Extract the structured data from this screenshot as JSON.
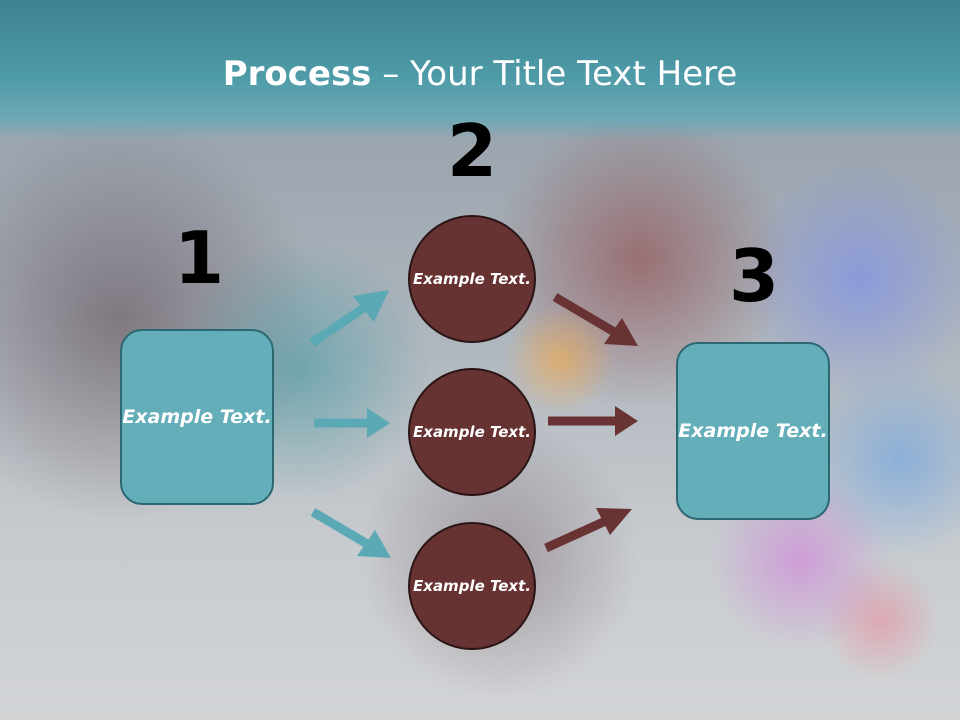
{
  "slide": {
    "title_bold": "Process",
    "title_rest": " – Your Title Text Here"
  },
  "steps": {
    "num1": "1",
    "num2": "2",
    "num3": "3"
  },
  "nodes": {
    "left_box": "Example Text.",
    "circle_top": "Example Text.",
    "circle_middle": "Example Text.",
    "circle_bottom": "Example Text.",
    "right_box": "Example Text."
  },
  "colors": {
    "box_fill": "#63aeb9",
    "circle_fill": "#673232",
    "teal_arrow": "#5aa9b5",
    "maroon_arrow": "#6a3333",
    "header": "#4e9ba8"
  }
}
